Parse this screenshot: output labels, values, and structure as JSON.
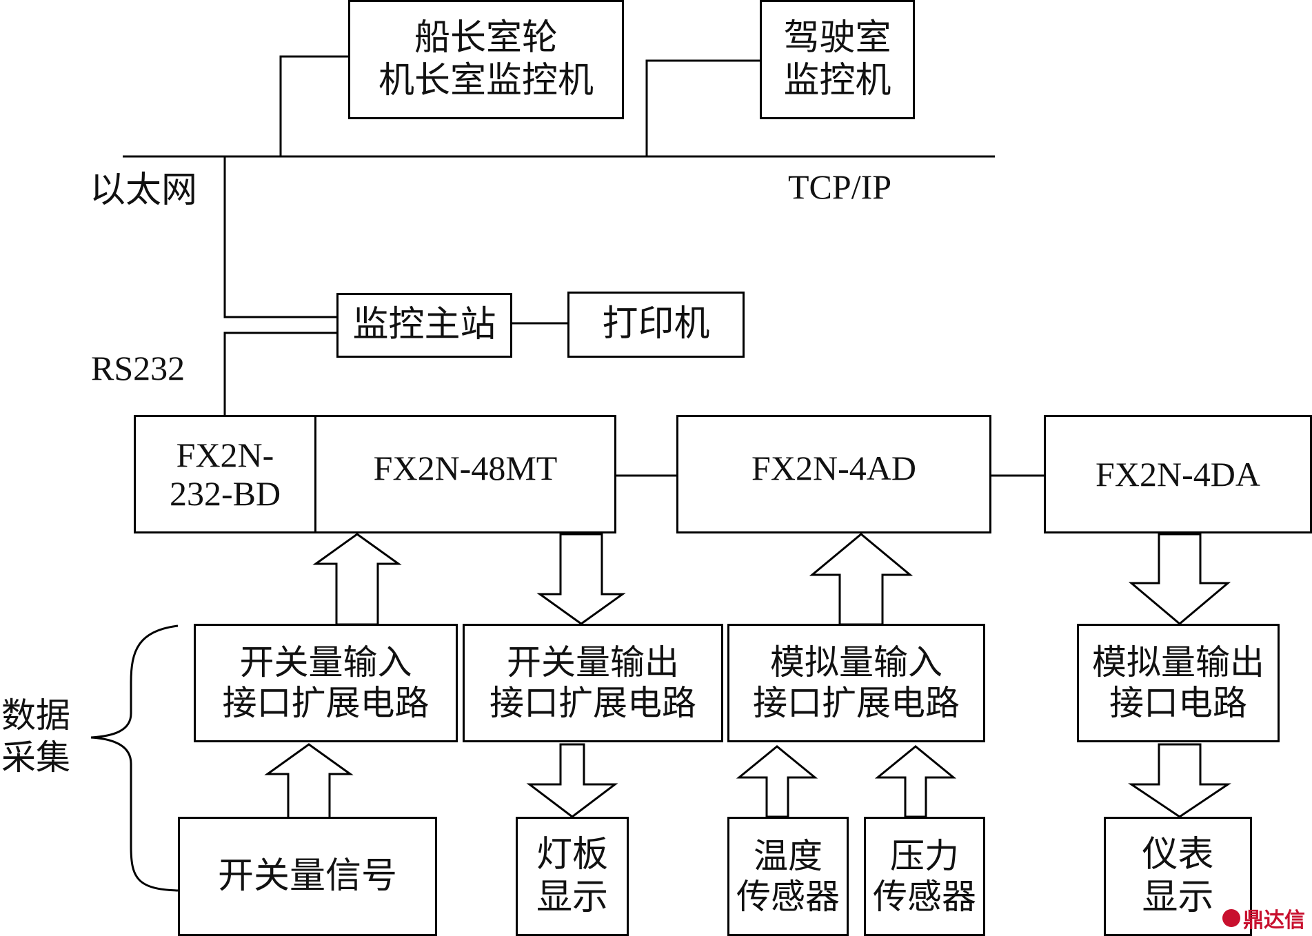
{
  "nodes": {
    "captain_room": "船长室轮\n机长室监控机",
    "bridge": "驾驶室\n监控机",
    "main_station": "监控主站",
    "printer": "打印机",
    "bd232": "FX2N-\n232-BD",
    "mt48": "FX2N-48MT",
    "ad4": "FX2N-4AD",
    "da4": "FX2N-4DA",
    "switch_in": "开关量输入\n接口扩展电路",
    "switch_out": "开关量输出\n接口扩展电路",
    "analog_in": "模拟量输入\n接口扩展电路",
    "analog_out": "模拟量输出\n接口电路",
    "switch_signal": "开关量信号",
    "lamp_panel": "灯板\n显示",
    "temp_sensor": "温度\n传感器",
    "pressure_sensor": "压力\n传感器",
    "meter": "仪表\n显示"
  },
  "labels": {
    "ethernet": "以太网",
    "tcpip": "TCP/IP",
    "rs232": "RS232",
    "data_collection": "数据\n采集"
  },
  "watermark": "鼎达信",
  "colors": {
    "line": "#000000",
    "background": "#ffffff",
    "watermark": "#c8102e"
  }
}
